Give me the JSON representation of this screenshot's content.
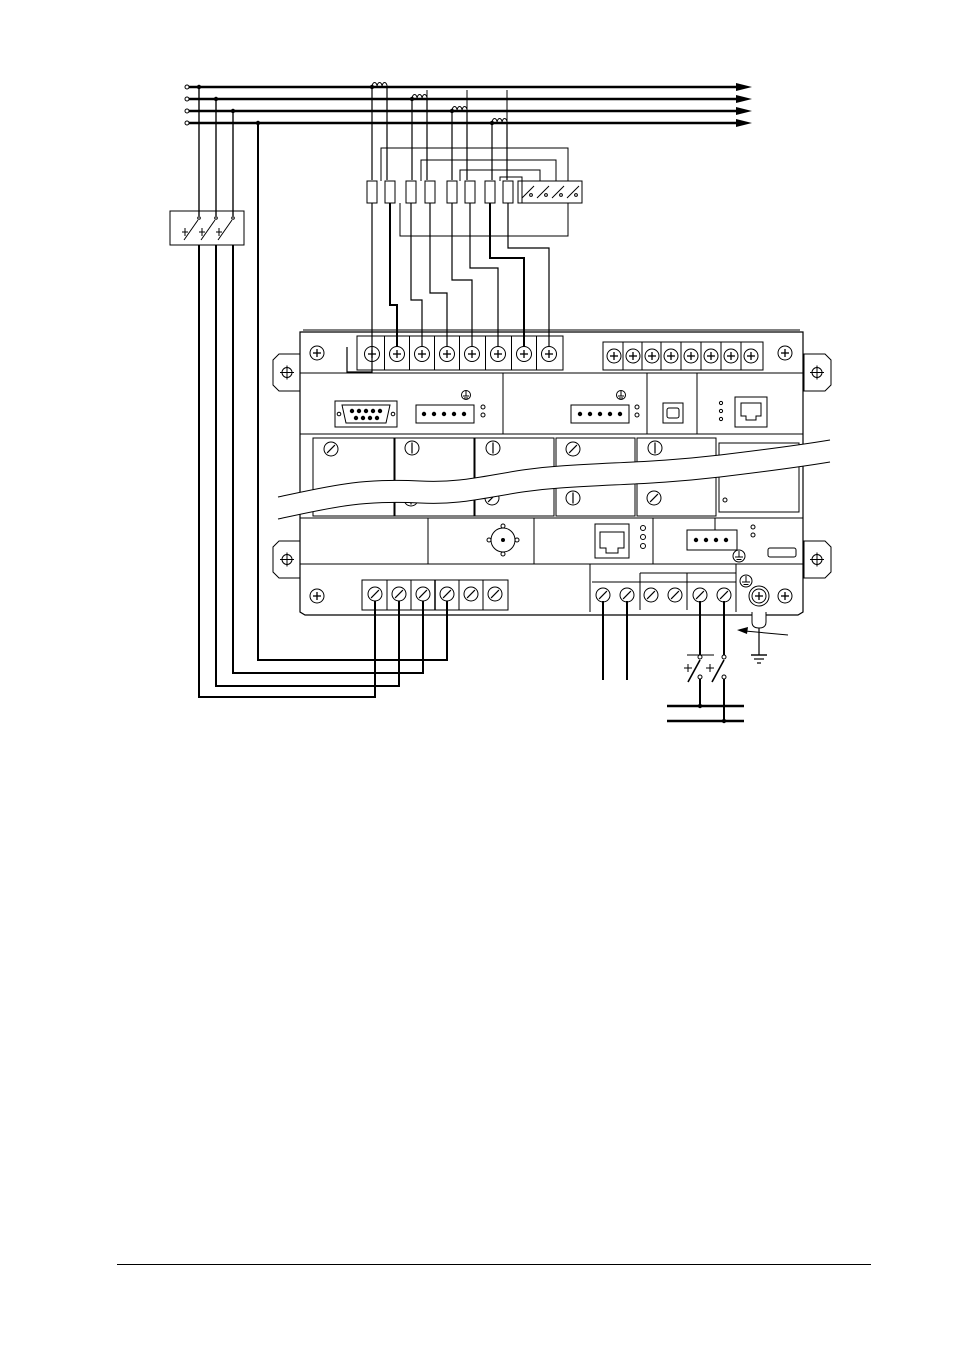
{
  "diagram": {
    "kind": "electrical-wiring-diagram",
    "line_color": "#000000",
    "background_color": "#ffffff",
    "panel_fill": "#ffffff",
    "icons": [
      "three-phase-bus",
      "arrow-head",
      "current-transformer-coil",
      "fuse-switch",
      "terminal-block",
      "screw-terminal",
      "db9-connector",
      "rj45-jack",
      "usb-b-port",
      "led-indicator",
      "earth-ground-symbol",
      "protective-earth-symbol",
      "break-line",
      "circuit-breaker"
    ],
    "bus_lines": 4,
    "current_transformers": 4,
    "fuse_switch_poles": 3,
    "top_terminal_count": 8,
    "top_right_terminal_count": 8,
    "bottom_left_terminal_count": 6,
    "bottom_right_terminal_count": 6,
    "module_slots": 5
  }
}
